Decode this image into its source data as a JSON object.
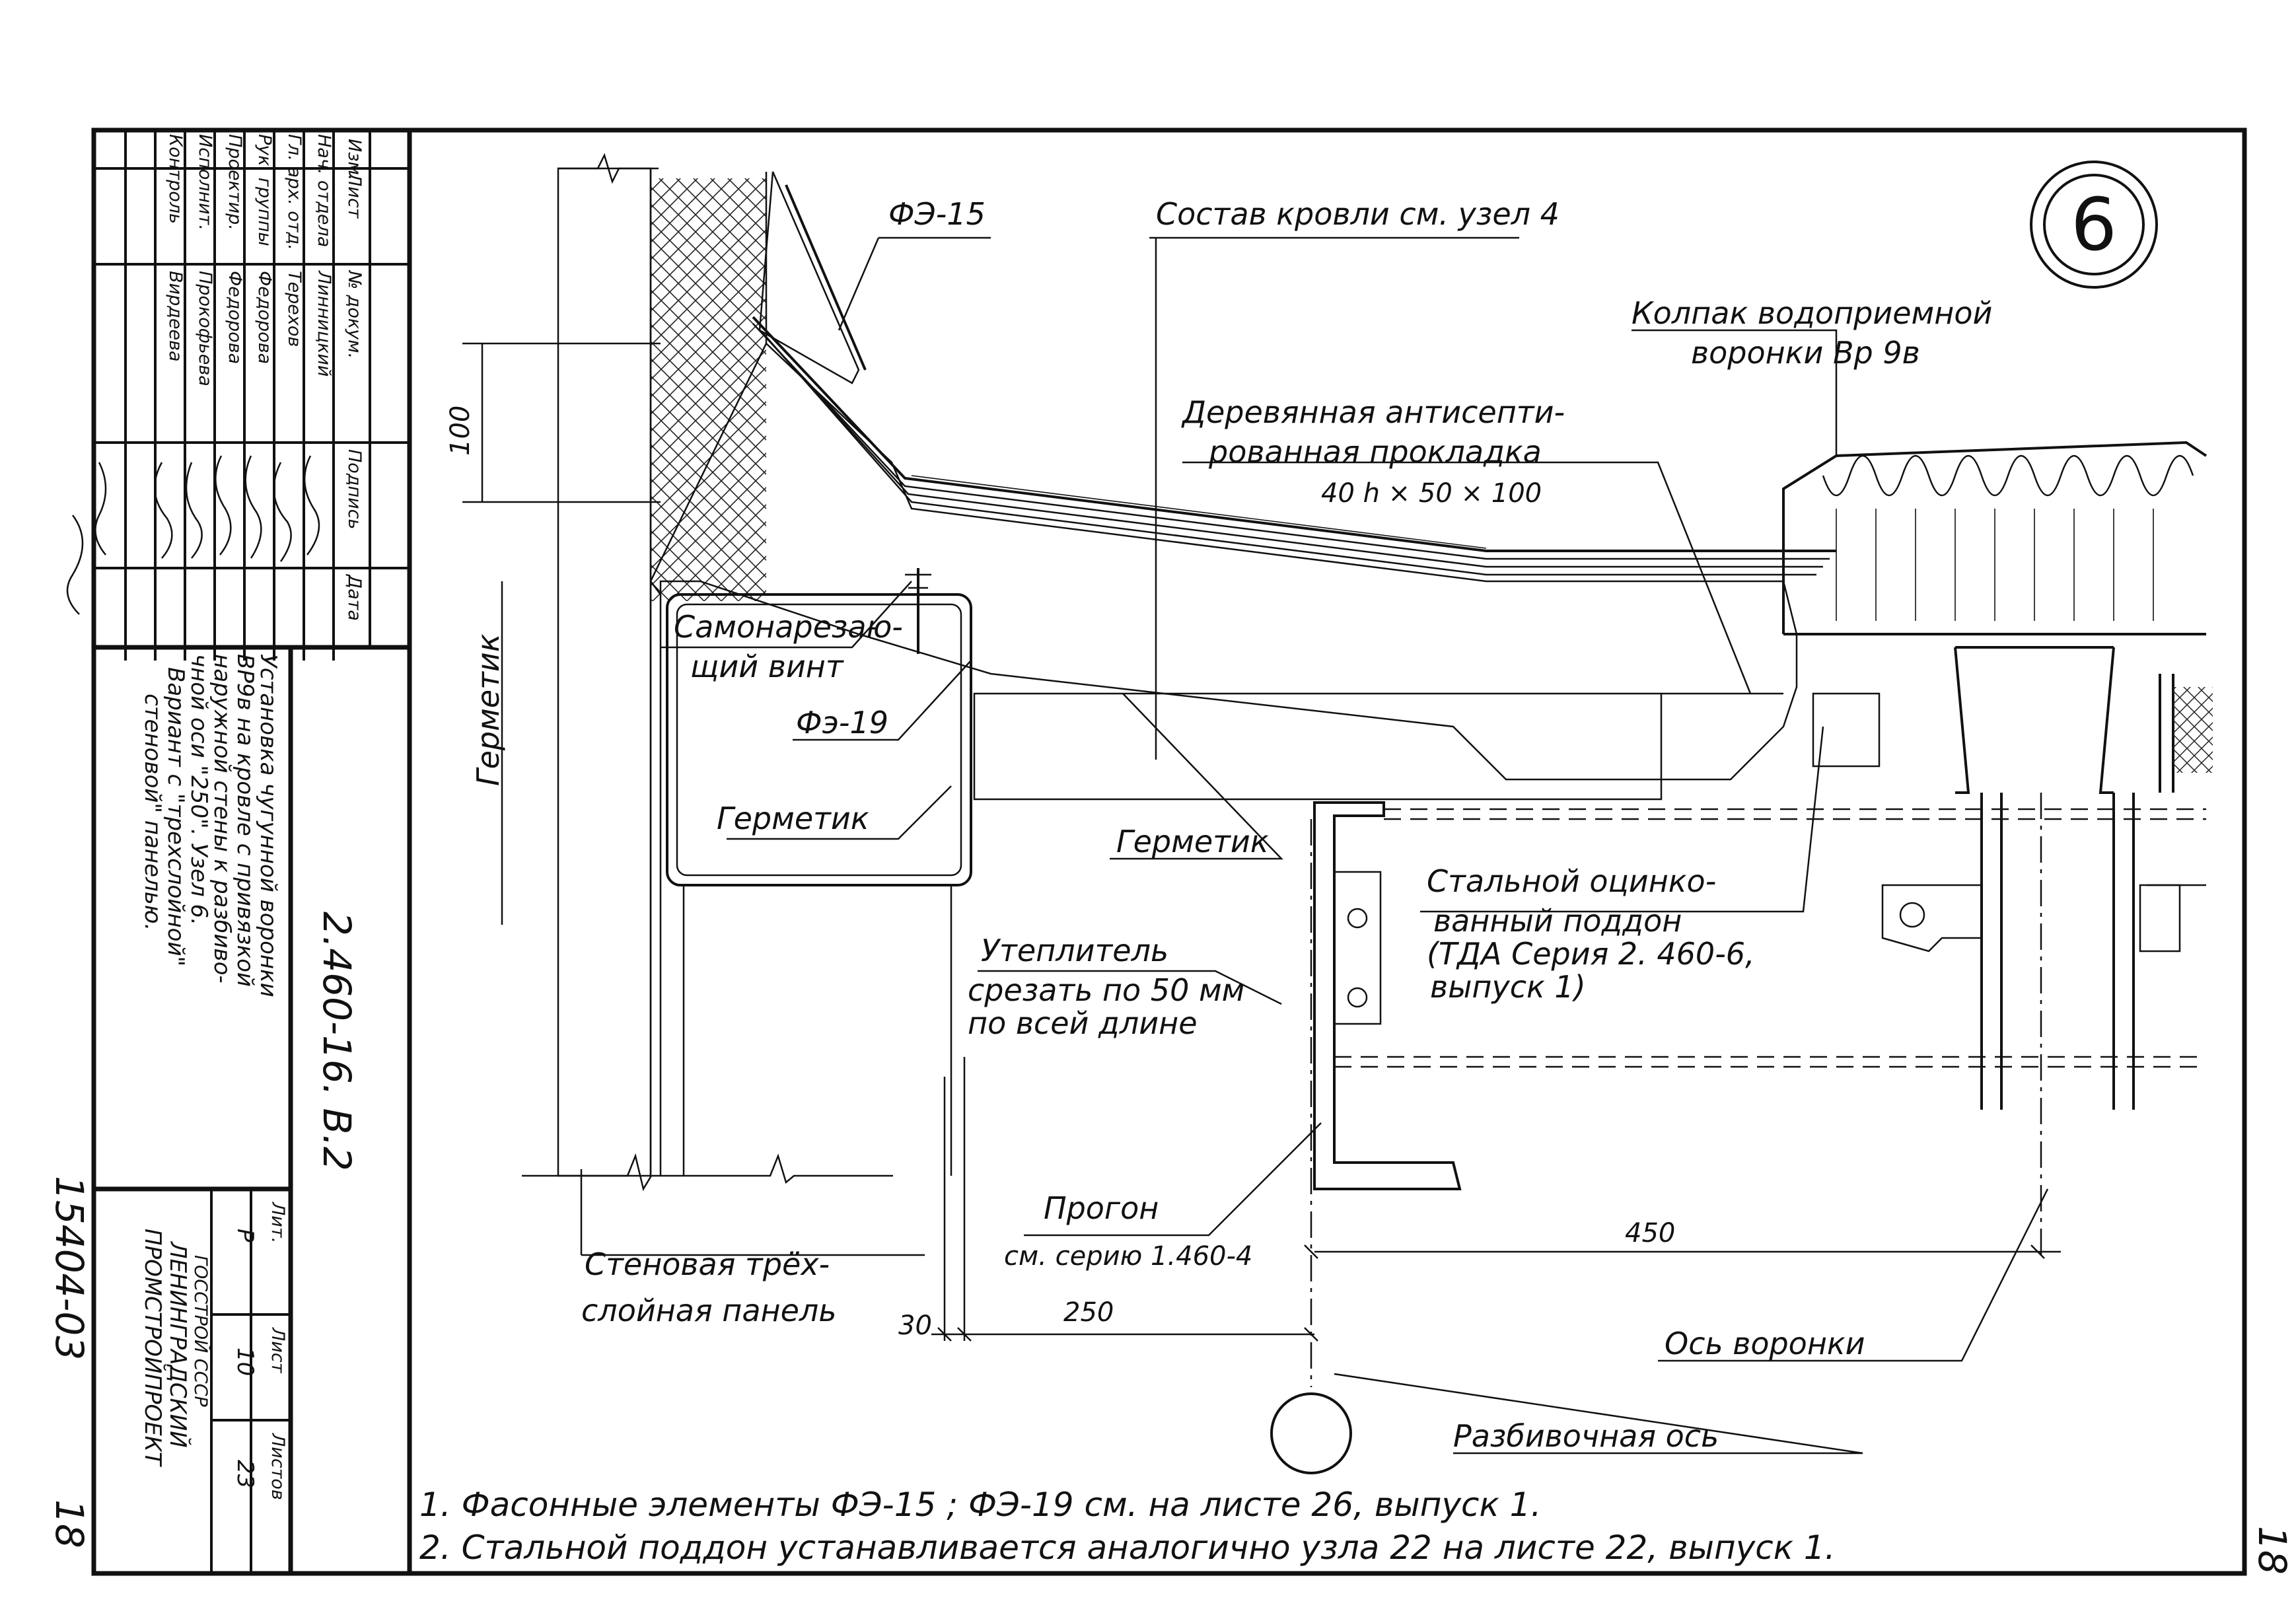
{
  "node_number": "6",
  "sheet_page_number": "18",
  "drawing_code": "2.460-16. В.2",
  "archive_number": "15404-03",
  "archive_sheet": "18",
  "labels": {
    "fe15": "ФЭ-15",
    "roof_composition": "Состав кровли см. узел 4",
    "cap_line1": "Колпак водоприемной",
    "cap_line2": "воронки  Вр 9в",
    "wood_line1": "Деревянная антисепти-",
    "wood_line2": "рованная прокладка",
    "wood_line3": "40 h × 50 × 100",
    "dim_100": "100",
    "sealant_vertical": "Герметик",
    "screw_line1": "Самонарезаю-",
    "screw_line2": "щий винт",
    "fe19": "Фэ-19",
    "sealant_box": "Герметик",
    "sealant_mid": "Герметик",
    "tray_line1": "Стальной оцинко-",
    "tray_line2": "ванный поддон",
    "tray_line3": "(ТДА Серия  2. 460-6,",
    "tray_line4": "выпуск 1)",
    "insul_line1": "Утеплитель",
    "insul_line2": "срезать по 50 мм",
    "insul_line3": "по всей длине",
    "purlin_line1": "Прогон",
    "purlin_line2": "см. серию 1.460-4",
    "wall_line1": "Стеновая трёх-",
    "wall_line2": "слойная панель",
    "dim_30": "30",
    "dim_250": "250",
    "dim_450": "450",
    "funnel_axis": "Ось воронки",
    "marking_axis": "Разбивочная  ось"
  },
  "notes": [
    "1. Фасонные элементы  ФЭ-15 ; ФЭ-19   см. на листе  26, выпуск 1.",
    "2. Стальной поддон  устанавливается  аналогично  узла 22  на листе 22, выпуск 1."
  ],
  "title_block": {
    "header": [
      "Изм.",
      "Лист",
      "№ докум.",
      "Подпись",
      "Дата"
    ],
    "rows": [
      {
        "role": "Нач. отдела",
        "name": "Линницкий"
      },
      {
        "role": "Гл. арх. отд.",
        "name": "Терехов"
      },
      {
        "role": "Рук. группы",
        "name": "Федорова"
      },
      {
        "role": "Проектир.",
        "name": "Федорова"
      },
      {
        "role": "Исполнит.",
        "name": "Прокофьева"
      },
      {
        "role": "Контроль",
        "name": "Вирдеева"
      }
    ],
    "title_lines": [
      "Установка чугунной воронки",
      "ВР9в на кровле с привязкой",
      "наружной стены к разбиво-",
      "чной оси \"250\". Узел 6.",
      "Вариант с \"трехслойной\"",
      "стеновой\" панелью."
    ],
    "stage_header": "Лит.",
    "sheet_header": "Лист",
    "sheets_header": "Листов",
    "stage": "Р",
    "sheet": "10",
    "sheets": "23",
    "org_line1": "ГОССТРОЙ СССР",
    "org_line2": "ЛЕНИНГРАДСКИЙ",
    "org_line3": "ПРОМСТРОЙПРОЕКТ"
  }
}
